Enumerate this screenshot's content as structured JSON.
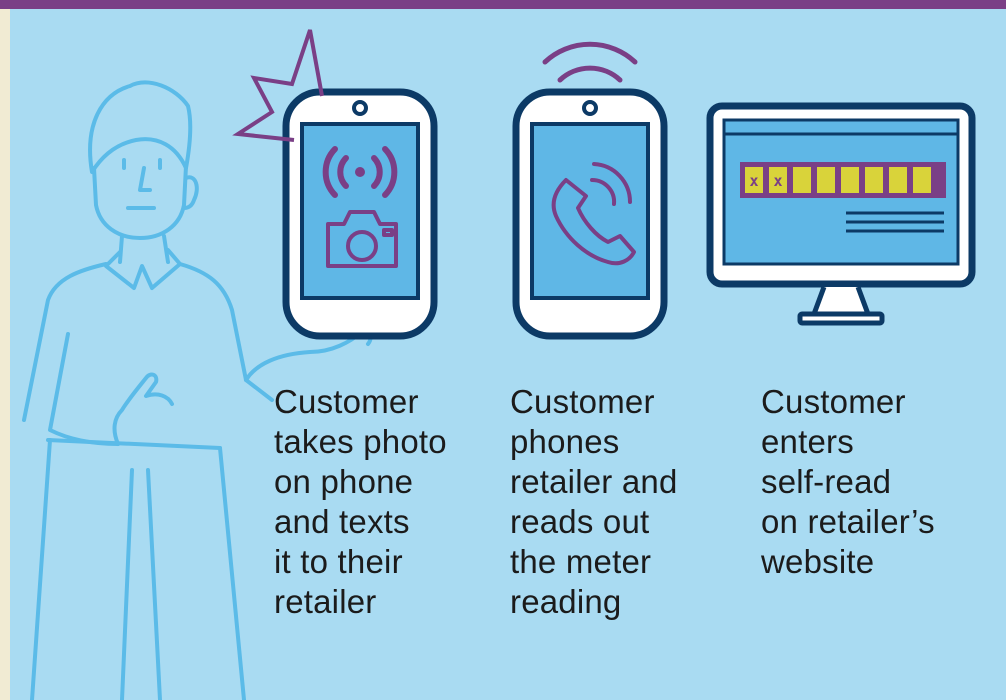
{
  "colors": {
    "background": "#a9dbf2",
    "outline": "#5bbbe8",
    "device_frame": "#0c3a66",
    "device_screen": "#5fb7e6",
    "accent": "#7a3f86",
    "display_cell": "#d9d33a",
    "text": "#1b1b1b"
  },
  "methods": [
    {
      "icons": [
        "phone-icon",
        "signal-icon",
        "camera-icon"
      ],
      "caption": "Customer\ntakes photo\non phone\nand texts\nit to their\nretailer"
    },
    {
      "icons": [
        "phone-icon",
        "handset-icon",
        "sound-waves-icon"
      ],
      "caption": "Customer\nphones\nretailer and\nreads out\nthe meter\nreading"
    },
    {
      "icons": [
        "monitor-icon"
      ],
      "caption": "Customer\nenters\nself-read\non retailer’s\nwebsite"
    }
  ],
  "meter_display": {
    "cells": [
      "x",
      "x",
      "",
      "",
      "",
      "",
      "",
      ""
    ]
  }
}
